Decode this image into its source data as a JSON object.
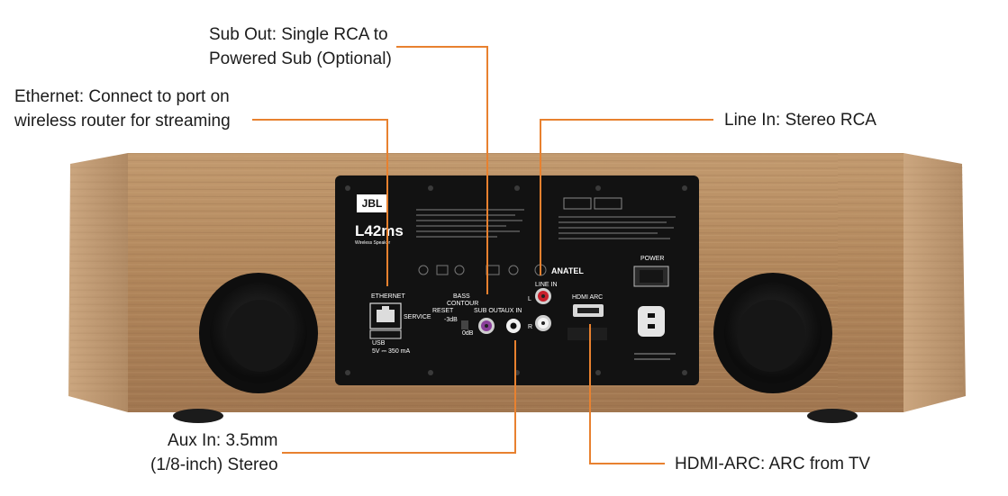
{
  "callouts": {
    "sub_out": {
      "line1": "Sub Out: Single RCA to",
      "line2": "Powered Sub (Optional)"
    },
    "ethernet": {
      "line1": "Ethernet: Connect to port on",
      "line2": "wireless router for streaming"
    },
    "line_in": {
      "line1": "Line In: Stereo RCA"
    },
    "aux_in": {
      "line1": "Aux In: 3.5mm",
      "line2": "(1/8-inch) Stereo"
    },
    "hdmi_arc": {
      "line1": "HDMI-ARC: ARC from TV"
    }
  },
  "panel": {
    "brand": "JBL",
    "model": "L42ms",
    "model_sub": "Wireless Speaker",
    "ethernet": "ETHERNET",
    "service": "SERVICE",
    "usb": "USB",
    "usb_power": "5V ⎓ 350 mA",
    "reset": "RESET",
    "bass_contour": "BASS",
    "bass_contour2": "CONTOUR",
    "minus3db": "-3dB",
    "zerodb": "0dB",
    "sub_out": "SUB OUT",
    "aux_in": "AUX IN",
    "line_in": "LINE IN",
    "left": "L",
    "right": "R",
    "hdmi_arc": "HDMI ARC",
    "power": "POWER",
    "anatel": "ANATEL"
  },
  "colors": {
    "leader": "#e8812f",
    "wood": "#b58c62",
    "panel": "#121212",
    "port_horn": "#141414"
  }
}
